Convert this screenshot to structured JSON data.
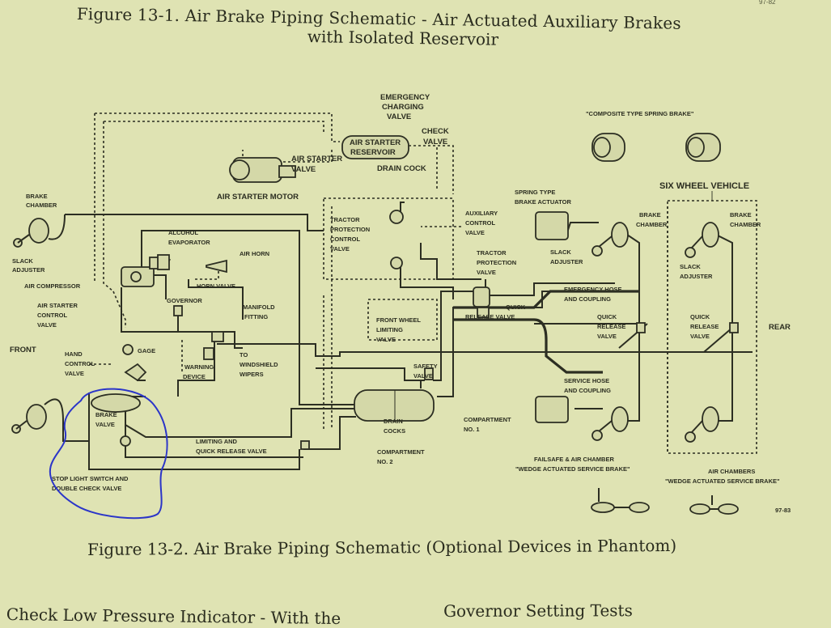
{
  "page_number": "97-82",
  "figure_title_line1": "Figure 13-1.  Air Brake Piping Schematic - Air Actuated Auxiliary Brakes",
  "figure_title_line2": "with Isolated Reservoir",
  "caption": "Figure 13-2.  Air Brake Piping Schematic (Optional Devices in Phantom)",
  "body_text_left": "Check Low Pressure Indicator - With the",
  "body_text_right": "Governor Setting Tests",
  "labels": {
    "emergency_charging_valve": [
      "EMERGENCY",
      "CHARGING",
      "VALVE"
    ],
    "check_valve": [
      "CHECK",
      "VALVE"
    ],
    "air_starter_reservoir": [
      "AIR STARTER",
      "RESERVOIR"
    ],
    "air_starter_valve": [
      "AIR STARTER",
      "VALVE"
    ],
    "drain_cock": "DRAIN COCK",
    "air_starter_motor": "AIR STARTER MOTOR",
    "composite_spring_brake": "\"COMPOSITE TYPE SPRING BRAKE\"",
    "six_wheel_vehicle": "SIX WHEEL VEHICLE",
    "spring_brake_actuator": [
      "SPRING TYPE",
      "BRAKE ACTUATOR"
    ],
    "brake_chamber_left": [
      "BRAKE",
      "CHAMBER"
    ],
    "slack_adjuster_left": [
      "SLACK",
      "ADJUSTER"
    ],
    "air_compressor": "AIR COMPRESSOR",
    "alcohol_evaporator": [
      "ALCOHOL",
      "EVAPORATOR"
    ],
    "air_horn": "AIR HORN",
    "horn_valve": "HORN VALVE",
    "governor": "GOVERNOR",
    "manifold_fitting": [
      "MANIFOLD",
      "FITTING"
    ],
    "air_starter_control_valve": [
      "AIR STARTER",
      "CONTROL",
      "VALVE"
    ],
    "front": "FRONT",
    "gage": "GAGE",
    "hand_control_valve": [
      "HAND",
      "CONTROL",
      "VALVE"
    ],
    "warning_device": [
      "WARNING",
      "DEVICE"
    ],
    "to_windshield_wipers": [
      "TO",
      "WINDSHIELD",
      "WIPERS"
    ],
    "tractor_protection_control_valve": [
      "TRACTOR",
      "PROTECTION",
      "CONTROL",
      "VALVE"
    ],
    "auxiliary_control_valve": [
      "AUXILIARY",
      "CONTROL",
      "VALVE"
    ],
    "tractor_protection_valve": [
      "TRACTOR",
      "PROTECTION",
      "VALVE"
    ],
    "slack_adjuster_mid": [
      "SLACK",
      "ADJUSTER"
    ],
    "brake_chamber_mid": [
      "BRAKE",
      "CHAMBER"
    ],
    "brake_chamber_right": [
      "BRAKE",
      "CHAMBER"
    ],
    "slack_adjuster_right": [
      "SLACK",
      "ADJUSTER"
    ],
    "emergency_hose": [
      "EMERGENCY HOSE",
      "AND COUPLING"
    ],
    "quick_release_valve_center": [
      "QUICK",
      "RELEASE VALVE"
    ],
    "quick_release_valve_mid": [
      "QUICK",
      "RELEASE",
      "VALVE"
    ],
    "quick_release_valve_right": [
      "QUICK",
      "RELEASE",
      "VALVE"
    ],
    "rear": "REAR",
    "front_wheel_limiting_valve": [
      "FRONT WHEEL",
      "LIMITING",
      "VALVE"
    ],
    "safety_valve": [
      "SAFETY",
      "VALVE"
    ],
    "service_hose": [
      "SERVICE HOSE",
      "AND COUPLING"
    ],
    "brake_valve": [
      "BRAKE",
      "VALVE"
    ],
    "limiting_quick_release_valve": [
      "LIMITING AND",
      "QUICK RELEASE VALVE"
    ],
    "drain_cocks": [
      "DRAIN",
      "COCKS"
    ],
    "compartment_no1": [
      "COMPARTMENT",
      "NO. 1"
    ],
    "compartment_no2": [
      "COMPARTMENT",
      "NO. 2"
    ],
    "stop_light_switch": [
      "STOP LIGHT SWITCH AND",
      "DOUBLE CHECK VALVE"
    ],
    "failsafe_air_chamber": [
      "FAILSAFE & AIR CHAMBER",
      "\"WEDGE ACTUATED SERVICE BRAKE\""
    ],
    "air_chambers_wedge": [
      "AIR CHAMBERS",
      "\"WEDGE ACTUATED SERVICE BRAKE\""
    ],
    "figure_code": "97-83"
  },
  "colors": {
    "paper": "#dfe3b3",
    "ink": "#2c2e22",
    "annotation": "#2b35c8"
  }
}
